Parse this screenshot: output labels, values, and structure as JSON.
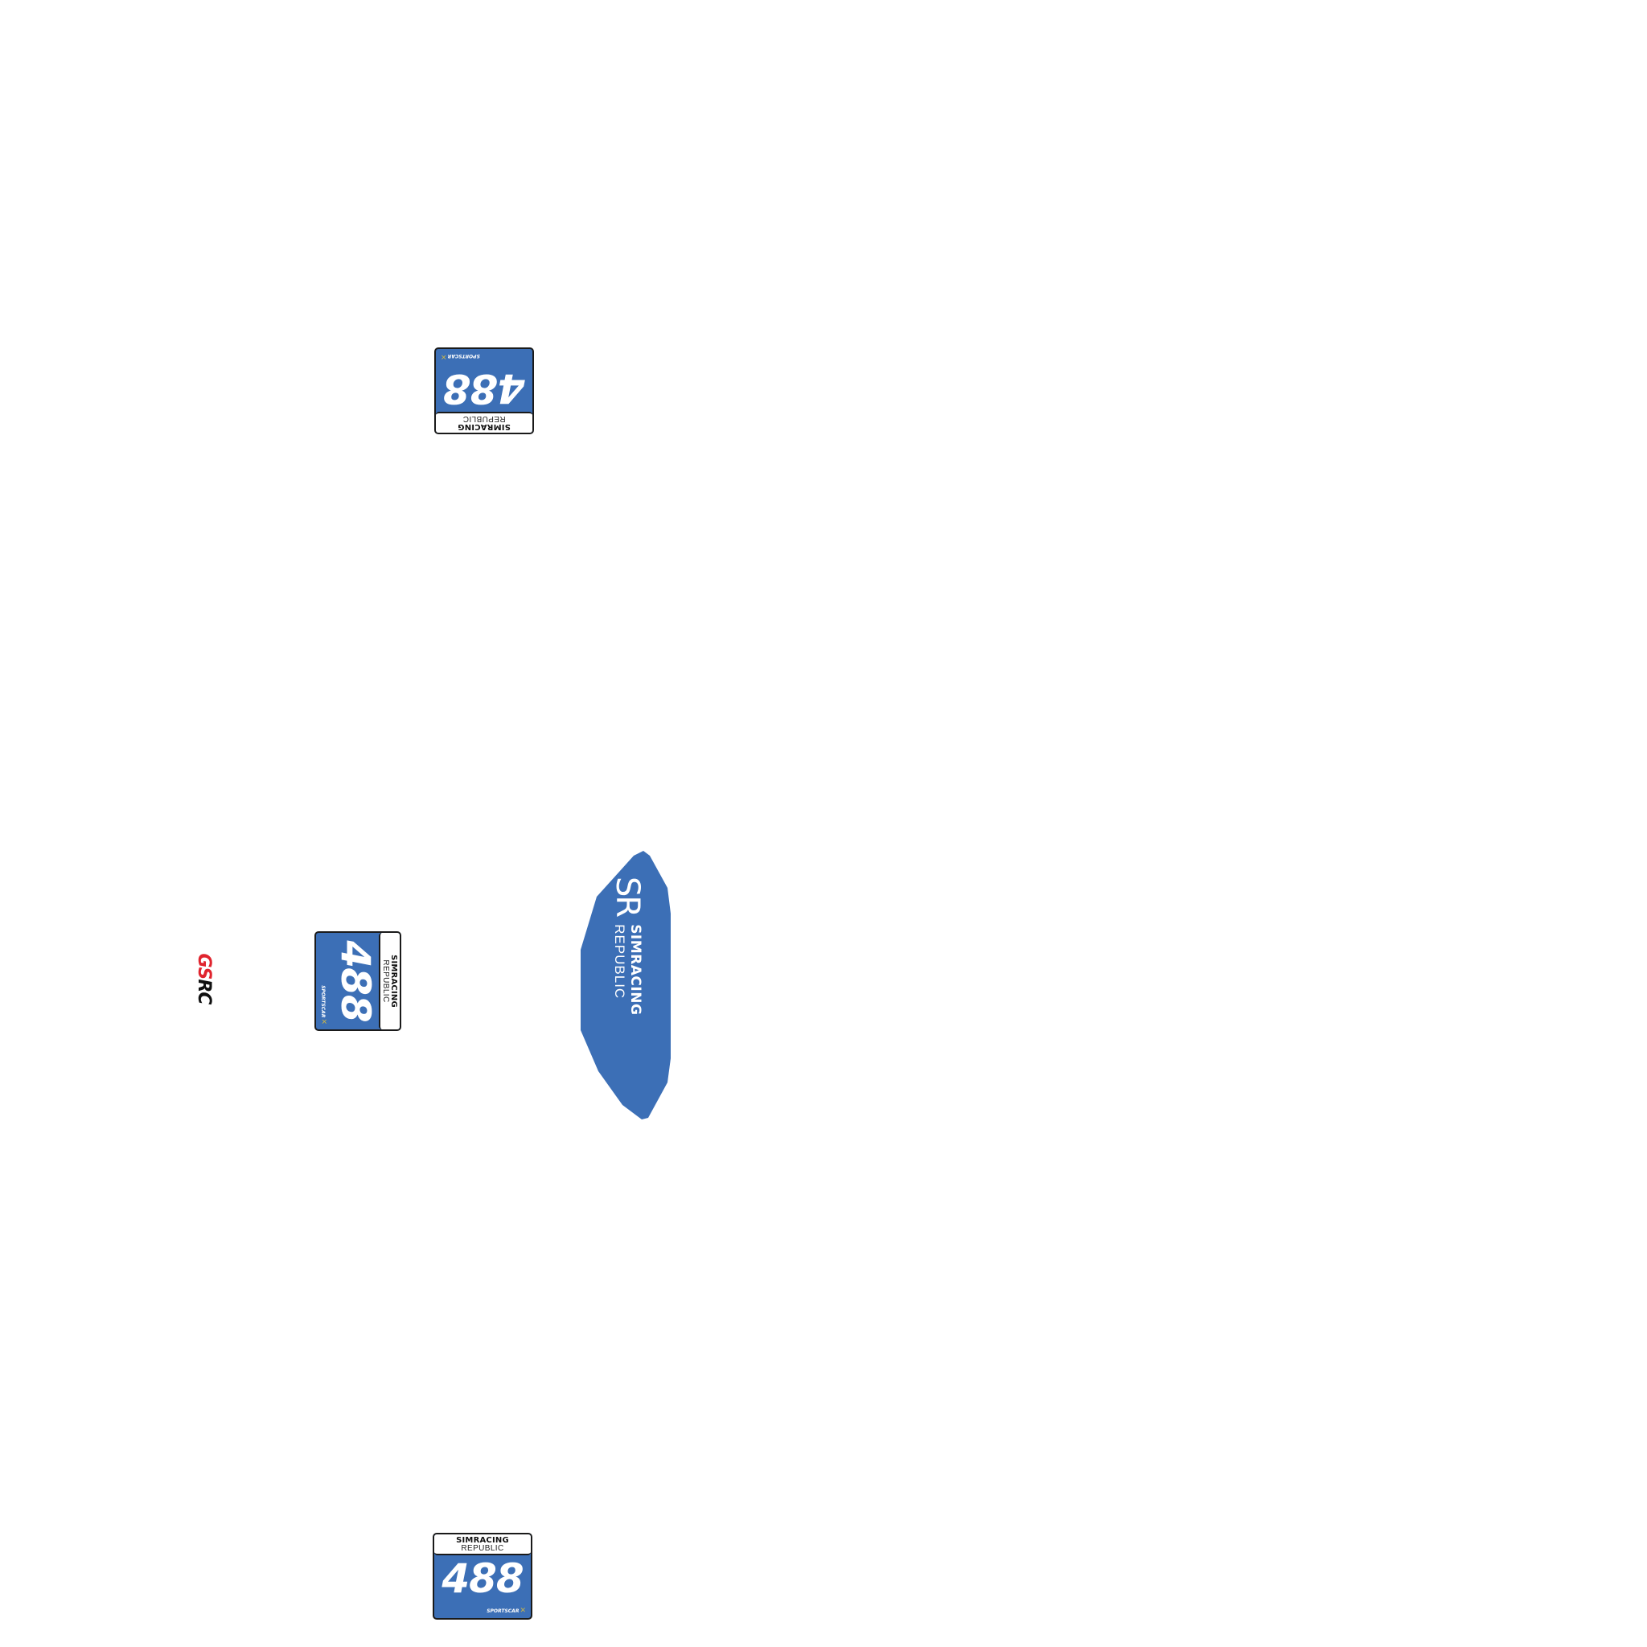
{
  "colors": {
    "blue": "#3c6fb6",
    "red": "#e0242e",
    "background": "#ffffff"
  },
  "plates": [
    {
      "id": "top",
      "number": "488",
      "line1": "SIMRACING",
      "line2": "REPUBLIC",
      "series": "SPORTSCAR",
      "mark": "✕"
    },
    {
      "id": "side",
      "number": "488",
      "line1": "SIMRACING",
      "line2": "REPUBLIC",
      "series": "SPORTSCAR",
      "mark": "✕"
    },
    {
      "id": "bottom",
      "number": "488",
      "line1": "SIMRACING",
      "line2": "REPUBLIC",
      "series": "SPORTSCAR",
      "mark": "✕"
    }
  ],
  "gsrc": {
    "part1": "GS",
    "part2": "RC"
  },
  "sr_shield": {
    "monogram": "SR",
    "line1": "SIMRACING",
    "line2": "REPUBLIC"
  }
}
